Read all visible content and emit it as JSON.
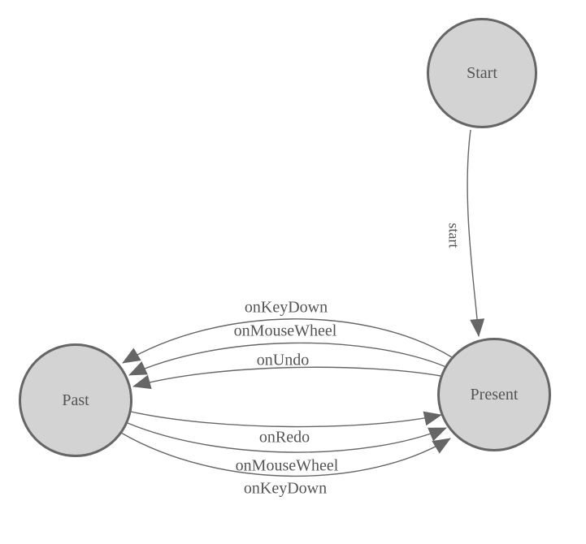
{
  "diagram": {
    "nodes": [
      {
        "id": "start",
        "label": "Start"
      },
      {
        "id": "past",
        "label": "Past"
      },
      {
        "id": "present",
        "label": "Present"
      }
    ],
    "edges": [
      {
        "from": "start",
        "to": "present",
        "label": "start"
      },
      {
        "from": "present",
        "to": "past",
        "label": "onKeyDown"
      },
      {
        "from": "present",
        "to": "past",
        "label": "onMouseWheel"
      },
      {
        "from": "present",
        "to": "past",
        "label": "onUndo"
      },
      {
        "from": "past",
        "to": "present",
        "label": "onRedo"
      },
      {
        "from": "past",
        "to": "present",
        "label": "onMouseWheel"
      },
      {
        "from": "past",
        "to": "present",
        "label": "onKeyDown"
      }
    ],
    "colors": {
      "node_fill": "#d3d3d3",
      "node_border": "#666666",
      "edge": "#666666",
      "text": "#545454",
      "background": "#ffffff"
    }
  }
}
